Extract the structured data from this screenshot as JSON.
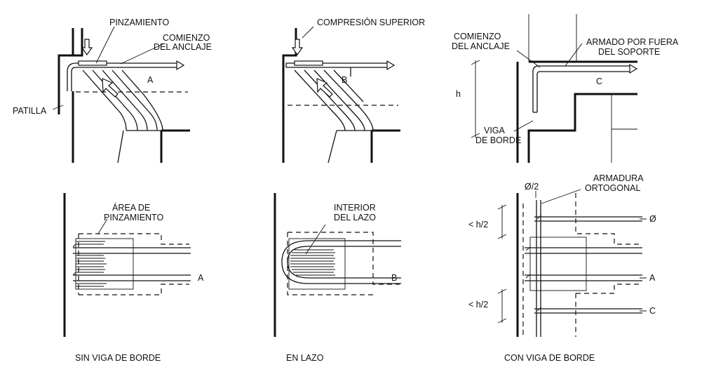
{
  "labels": {
    "pinzamiento": "PINZAMIENTO",
    "comienzo_line1": "COMIENZO",
    "del_anclaje": "DEL ANCLAJE",
    "patilla": "PATILLA",
    "a": "A",
    "compresion_superior": "COMPRESIÓN SUPERIOR",
    "b": "B",
    "armado_line1": "ARMADO POR FUERA",
    "armado_line2": "DEL SOPORTE",
    "c": "C",
    "h": "h",
    "viga_line1": "VIGA",
    "viga_line2": "DE BORDE",
    "area_line1": "ÁREA DE",
    "area_line2": "PINZAMIENTO",
    "interior_line1": "INTERIOR",
    "interior_line2": "DEL LAZO",
    "phi_half": "Ø/2",
    "armadura_line1": "ARMADURA",
    "armadura_line2": "ORTOGONAL",
    "phi": "Ø",
    "half_h": "< h/2"
  },
  "captions": {
    "left": "SIN VIGA DE BORDE",
    "middle": "EN LAZO",
    "right": "CON VIGA DE BORDE"
  }
}
